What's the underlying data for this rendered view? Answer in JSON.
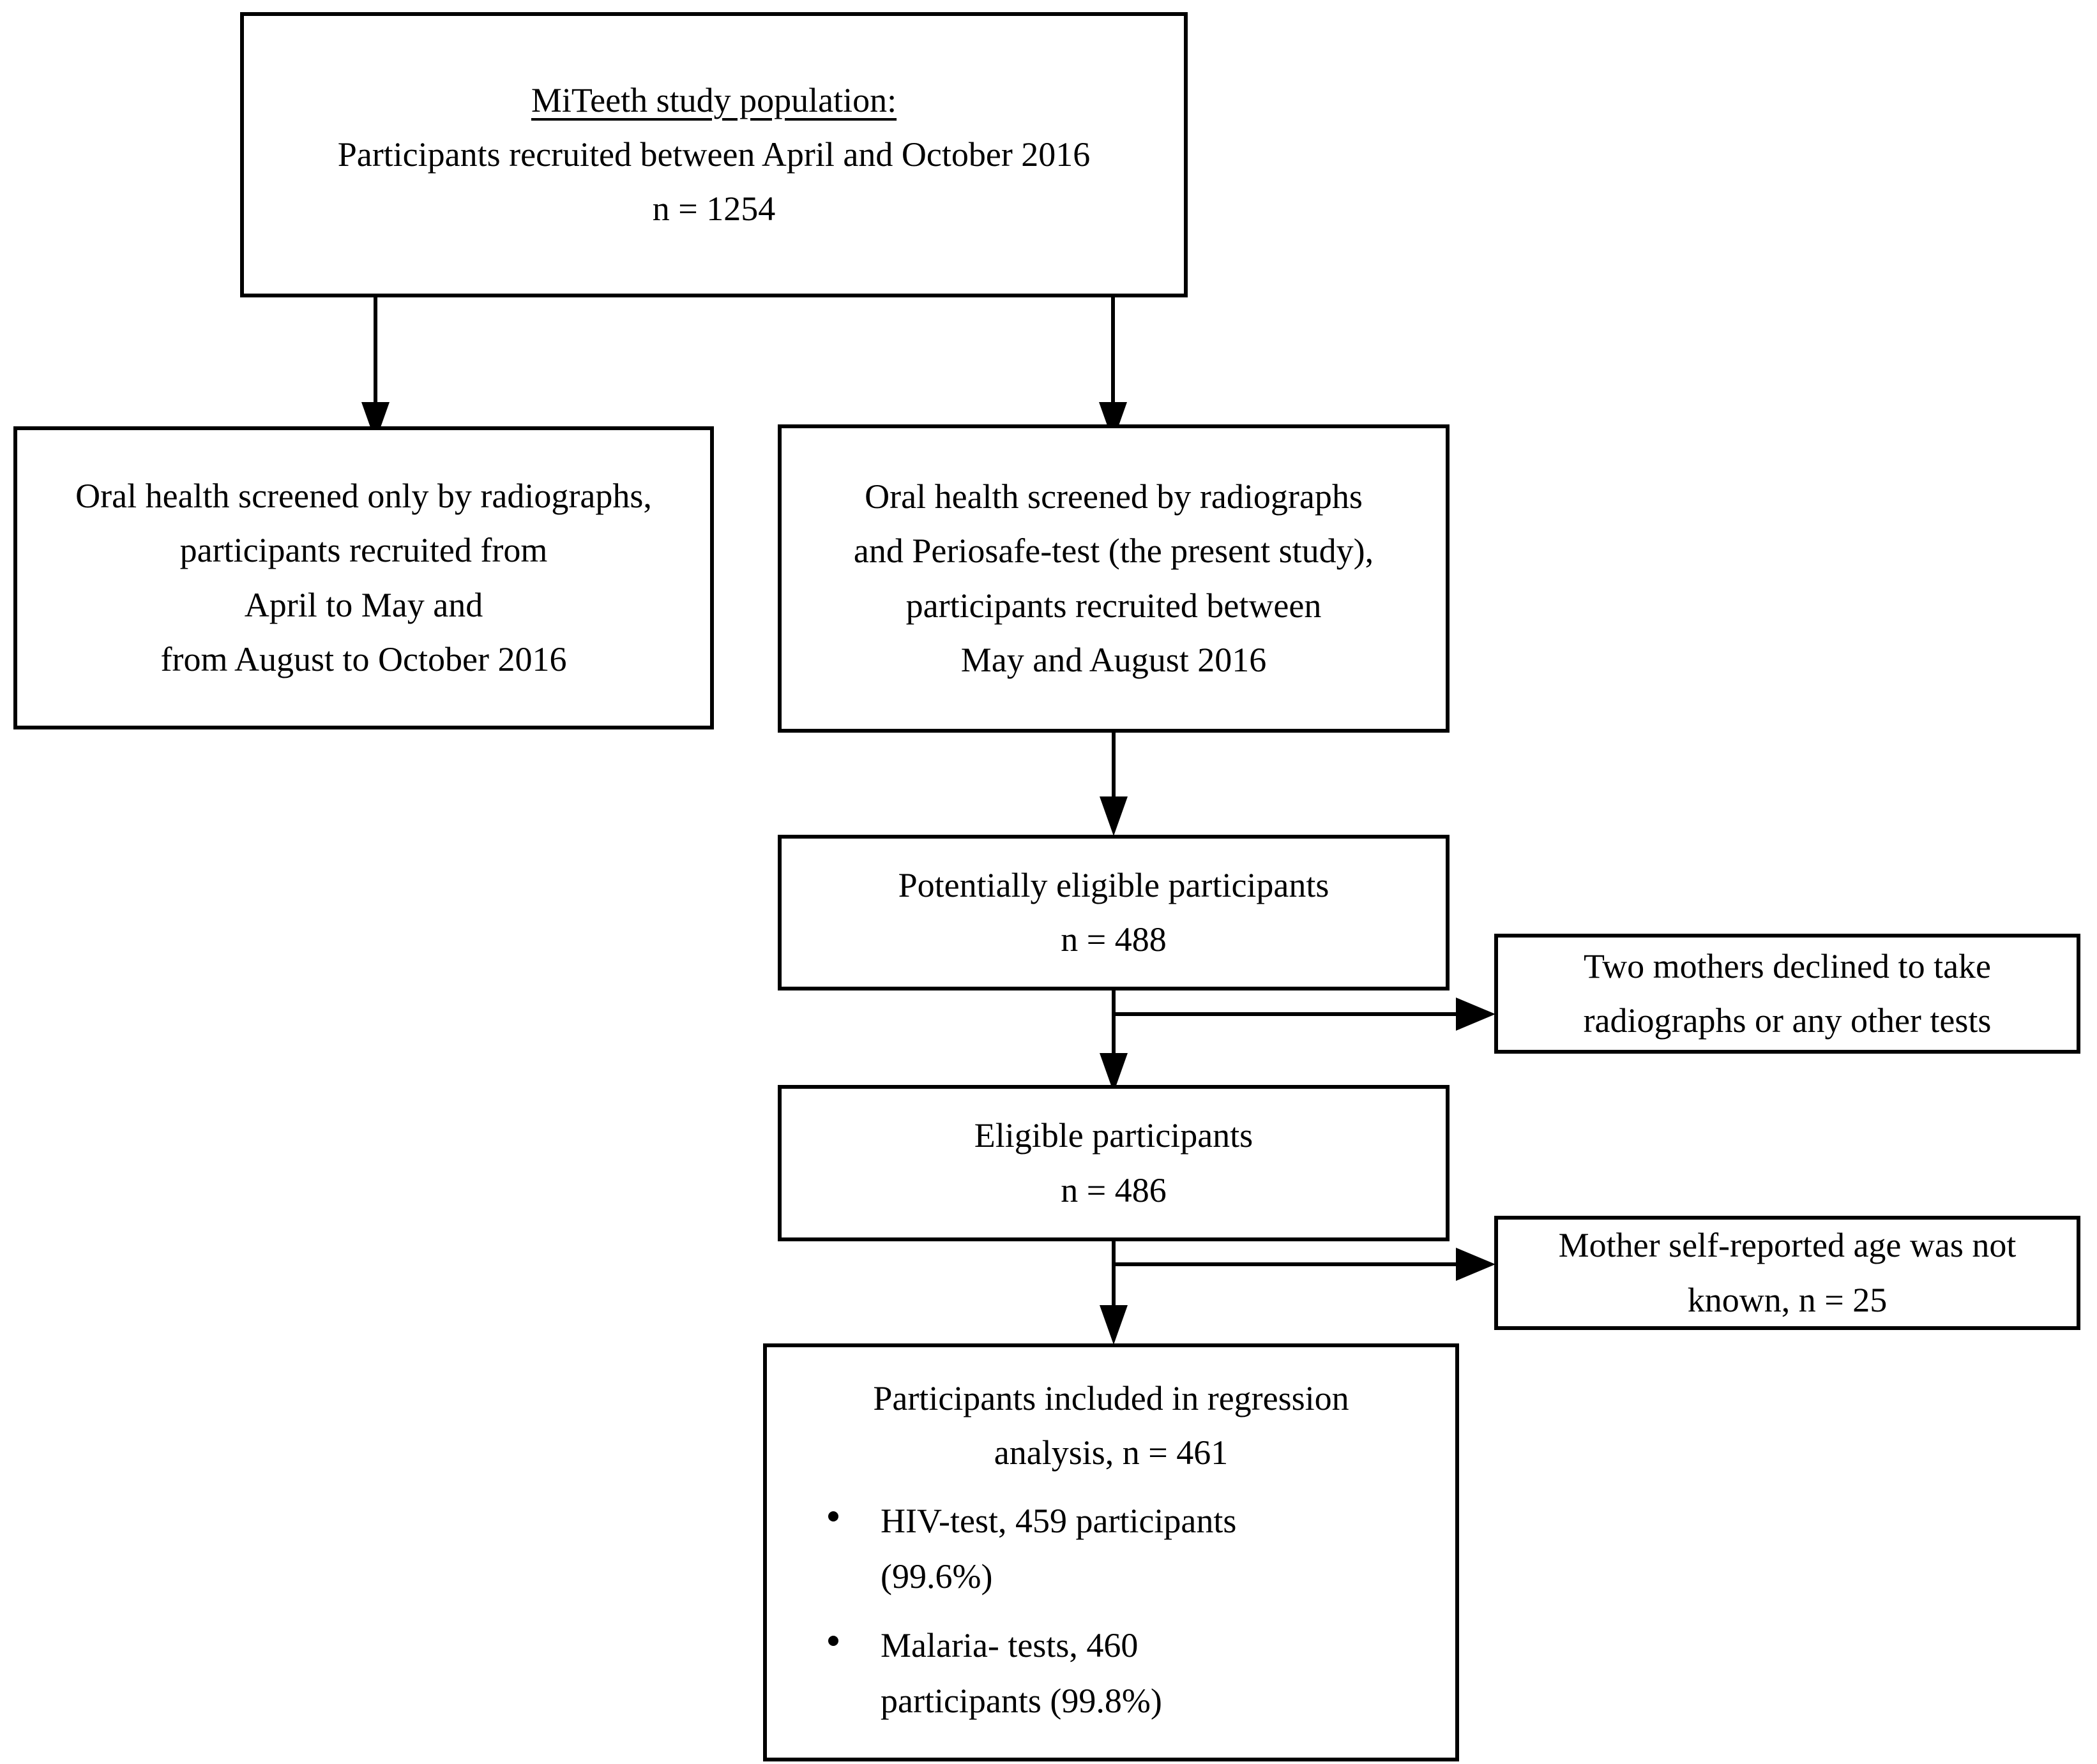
{
  "figure": {
    "type": "flowchart",
    "orientation": "top-down",
    "background_color": "#ffffff",
    "line_color": "#000000"
  },
  "nodes": {
    "study_population": {
      "title": "MiTeeth study population:",
      "line2": "Participants recruited between April and October 2016",
      "line3": "n = 1254",
      "n": 1254
    },
    "radiographs_only": {
      "line1": "Oral health screened only by radiographs,",
      "line2": "participants recruited from",
      "line3": "April to May and",
      "line4": "from August to October 2016"
    },
    "radiographs_periosafe": {
      "line1": "Oral health screened by radiographs",
      "line2": "and Periosafe-test (the present study),",
      "line3": "participants recruited between",
      "line4": "May and August 2016"
    },
    "potentially_eligible": {
      "line1": "Potentially eligible participants",
      "line2": "n = 488",
      "n": 488
    },
    "two_mothers_declined": {
      "line1": "Two mothers declined to take",
      "line2": "radiographs or any other tests",
      "n": 2
    },
    "eligible": {
      "line1": "Eligible participants",
      "line2": "n = 486",
      "n": 486
    },
    "age_not_known": {
      "line1": "Mother self-reported age was not",
      "line2": "known,  n = 25",
      "n": 25
    },
    "regression_analysis": {
      "line1": "Participants included in regression",
      "line2": "analysis, n = 461",
      "n": 461,
      "bullets": [
        {
          "line1": "HIV-test, 459 participants",
          "line2": "(99.6%)",
          "count": 459,
          "percent": "99.6%"
        },
        {
          "line1": "Malaria- tests, 460",
          "line2": "participants (99.8%)",
          "count": 460,
          "percent": "99.8%"
        }
      ]
    }
  }
}
